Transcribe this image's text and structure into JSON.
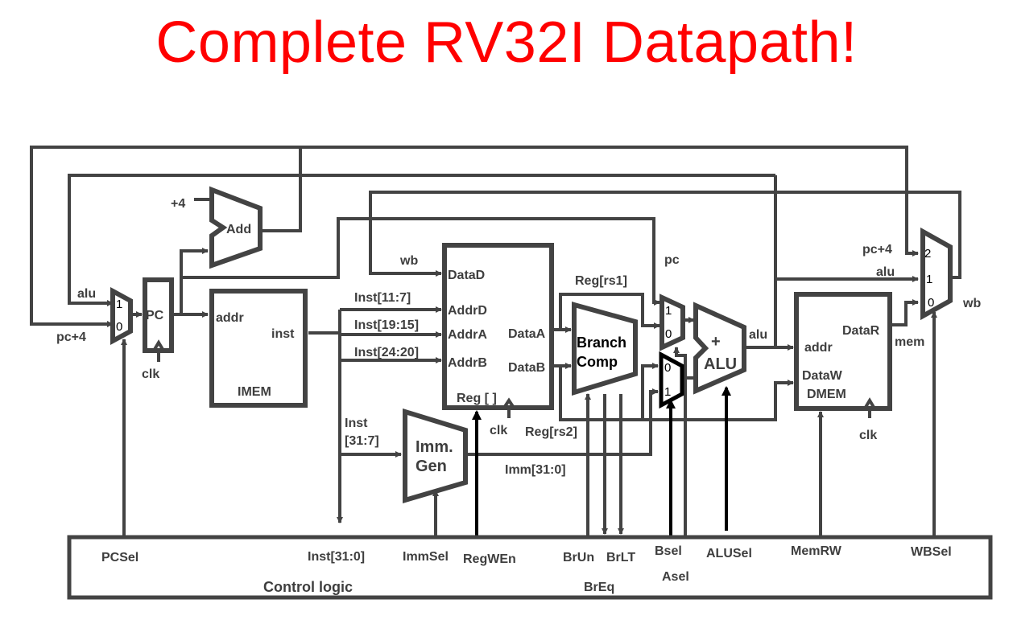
{
  "title": "Complete RV32I Datapath!",
  "colors": {
    "title": "#ff0000",
    "wire": "#434343",
    "control_wire": "#000000"
  },
  "pc_mux": {
    "label_in1": "alu",
    "label_in0": "pc+4",
    "port1": "1",
    "port0": "0"
  },
  "pc": {
    "label": "PC",
    "clk": "clk"
  },
  "adder": {
    "label": "Add",
    "const": "+4"
  },
  "imem": {
    "label": "IMEM",
    "port_addr": "addr",
    "port_inst": "inst"
  },
  "regfile": {
    "label": "Reg [ ]",
    "ports": {
      "datad": "DataD",
      "addrd": "AddrD",
      "addra": "AddrA",
      "addrb": "AddrB",
      "dataa": "DataA",
      "datab": "DataB"
    },
    "clk": "clk",
    "wb": "wb"
  },
  "inst_fields": {
    "rd": "Inst[11:7]",
    "rs1": "Inst[19:15]",
    "rs2": "Inst[24:20]",
    "imm_line1": "Inst",
    "imm_line2": "[31:7]"
  },
  "immgen": {
    "line1": "Imm.",
    "line2": "Gen",
    "out": "Imm[31:0]"
  },
  "branch": {
    "line1": "Branch",
    "line2": "Comp",
    "rs1": "Reg[rs1]",
    "rs2": "Reg[rs2]"
  },
  "a_mux": {
    "pc": "pc",
    "port1": "1",
    "port0": "0"
  },
  "b_mux": {
    "port0": "0",
    "port1": "1"
  },
  "alu": {
    "op": "+",
    "label": "ALU",
    "out": "alu"
  },
  "dmem": {
    "label": "DMEM",
    "addr": "addr",
    "dataw": "DataW",
    "datar": "DataR",
    "mem": "mem",
    "clk": "clk"
  },
  "wb_mux": {
    "pc4": "pc+4",
    "alu": "alu",
    "port2": "2",
    "port1": "1",
    "port0": "0",
    "out": "wb"
  },
  "control": {
    "title": "Control logic",
    "signals": {
      "pcsel": "PCSel",
      "inst": "Inst[31:0]",
      "immsel": "ImmSel",
      "regwen": "RegWEn",
      "brun": "BrUn",
      "brlt": "BrLT",
      "breq": "BrEq",
      "bsel": "Bsel",
      "asel": "Asel",
      "alusel": "ALUSel",
      "memrw": "MemRW",
      "wbsel": "WBSel"
    }
  }
}
